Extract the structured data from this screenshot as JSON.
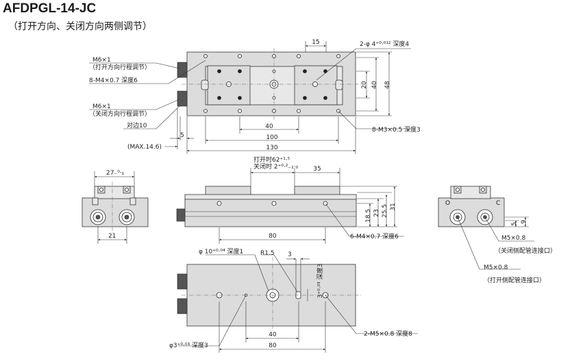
{
  "header": {
    "title": "AFDPGL-14-JC",
    "subtitle": "（打开方向、关闭方向两侧调节）"
  },
  "top_view": {
    "callouts": {
      "m6_open": "M6×1",
      "m6_open_note": "（打开方向行程调节）",
      "m4_depth6": "8-M4×0.7 深度6",
      "m6_close": "M6×1",
      "m6_close_note": "（关闭方向行程调节）",
      "across_flats": "对边10",
      "pin_hole": "2-φ 4⁺⁰·⁰¹² 深度4",
      "m3_depth3": "8-M3×0.5 深度3"
    },
    "dims": {
      "d15": "15",
      "d20": "20",
      "d40v": "40",
      "d48": "48",
      "d40h": "40",
      "d100": "100",
      "d5": "5",
      "d130": "130",
      "max": "(MAX.14.6)"
    }
  },
  "left_view": {
    "dims": {
      "d27": "27₋⁰·₁",
      "d21": "21"
    }
  },
  "front_view": {
    "dims": {
      "open_note": "打开时62⁺¹·⁵",
      "close_note": "关闭时 2⁺⁰·²₋₁·₀",
      "d35": "35",
      "d80": "80",
      "d18_5": "18.5",
      "d23": "23",
      "d25_5": "25.5",
      "d31": "31"
    },
    "callouts": {
      "m4_depth6": "6-M4×0.7 深度6"
    }
  },
  "right_view": {
    "labels": {
      "o": "O",
      "c": "C"
    },
    "dims": {
      "d5": "5",
      "d9": "9"
    },
    "callouts": {
      "m5_close": "M5×0.8",
      "m5_close_note": "（关闭侧配管连接口）",
      "m5_open": "M5×0.8",
      "m5_open_note": "（打开侧配管连接口）"
    }
  },
  "bottom_view": {
    "callouts": {
      "phi10": "φ 10⁺⁰·⁰⁴ 深度1",
      "r1_5": "R1.5",
      "d3": "3",
      "d3_depth3": "3⁺⁰·⁰³ 深度3",
      "phi3": "φ3⁺⁰·⁰³ 深度3",
      "m5_depth8": "2-M5×0.8 深度8"
    },
    "dims": {
      "d40": "40",
      "d80": "80"
    }
  }
}
